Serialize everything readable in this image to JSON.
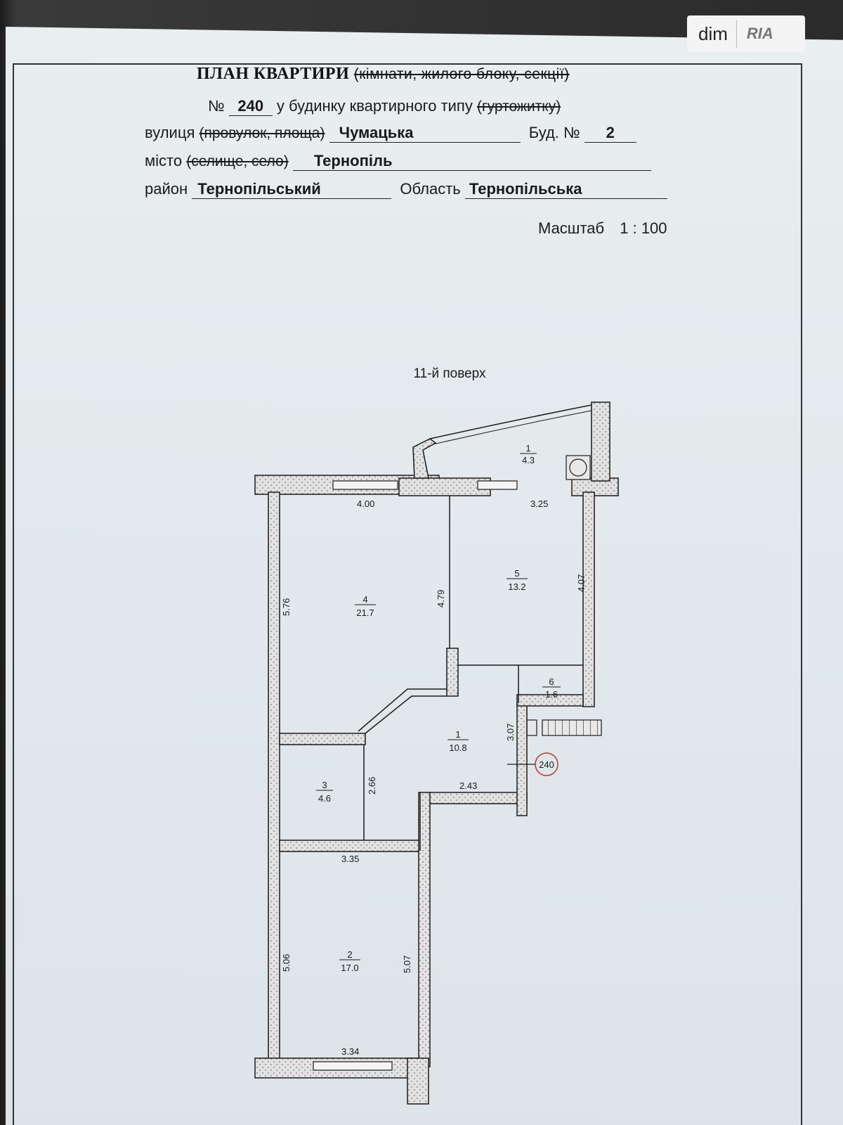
{
  "watermark": {
    "brand": "dim",
    "logo": "RIA"
  },
  "header": {
    "title": "ПЛАН КВАРТИРИ",
    "title_struck": "(кімнати, жилого блоку, секції)",
    "no_label": "№",
    "apartment_no": "240",
    "building_type": "у будинку квартирного типу",
    "building_type_struck": "(гуртожитку)",
    "street_label": "вулиця",
    "street_struck": "(провулок, площа)",
    "street": "Чумацька",
    "house_label": "Буд. №",
    "house_no": "2",
    "city_label": "місто",
    "city_struck": "(селище, село)",
    "city": "Тернопіль",
    "district_label": "район",
    "district": "Тернопільський",
    "region_label": "Область",
    "region": "Тернопільська",
    "scale_label": "Масштаб",
    "scale": "1 : 100"
  },
  "plan": {
    "floor": "11-й поверх",
    "rooms": [
      {
        "no": "1",
        "area": "4.3"
      },
      {
        "no": "4",
        "area": "21.7"
      },
      {
        "no": "5",
        "area": "13.2"
      },
      {
        "no": "6",
        "area": "1.6"
      },
      {
        "no": "1",
        "area": "10.8"
      },
      {
        "no": "3",
        "area": "4.6"
      },
      {
        "no": "2",
        "area": "17.0"
      }
    ],
    "dimensions": [
      "4.00",
      "3.25",
      "5.76",
      "4.79",
      "4.07",
      "3.07",
      "2.66",
      "2.43",
      "3.35",
      "5.06",
      "5.07",
      "3.34"
    ],
    "marker": "240"
  },
  "colors": {
    "paper": "#e6ecef",
    "wall": "#d6d6d6",
    "ink": "#1a1a1a",
    "marker": "#c0392b"
  }
}
